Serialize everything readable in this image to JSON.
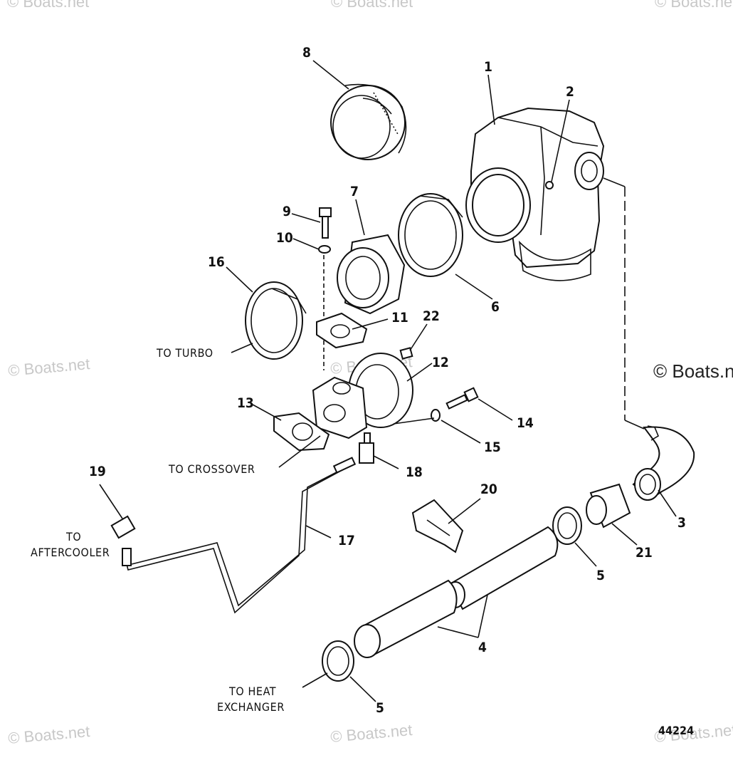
{
  "callouts": {
    "c1": "1",
    "c2": "2",
    "c3": "3",
    "c4": "4",
    "c5a": "5",
    "c5b": "5",
    "c6": "6",
    "c7": "7",
    "c8": "8",
    "c9": "9",
    "c10": "10",
    "c11": "11",
    "c12": "12",
    "c13": "13",
    "c14": "14",
    "c15": "15",
    "c16": "16",
    "c17": "17",
    "c18": "18",
    "c19": "19",
    "c20": "20",
    "c21": "21",
    "c22": "22"
  },
  "labels": {
    "to_turbo": "TO TURBO",
    "to_crossover": "TO CROSSOVER",
    "to_aftercooler_1": "TO",
    "to_aftercooler_2": "AFTERCOOLER",
    "to_heat_1": "TO HEAT",
    "to_heat_2": "EXCHANGER"
  },
  "figure_number": "44224",
  "watermarks": {
    "text": "© Boats.net",
    "right_edge": "© Boats.n"
  }
}
